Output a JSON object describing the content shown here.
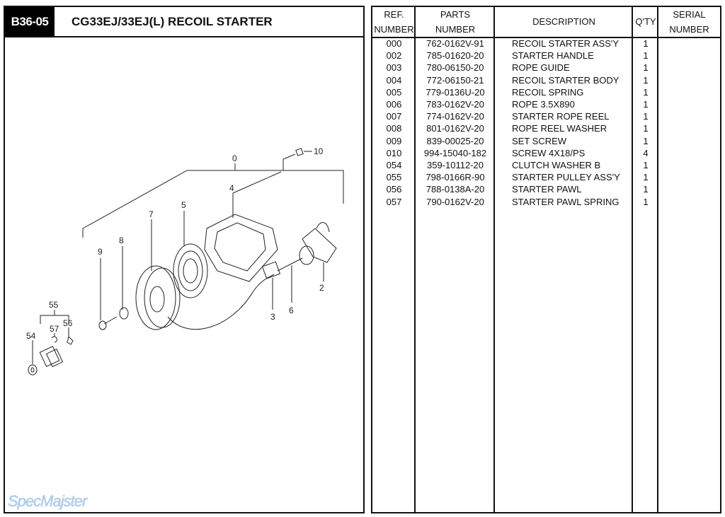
{
  "header": {
    "code": "B36-05",
    "title": "CG33EJ/33EJ(L)  RECOIL STARTER"
  },
  "diagram": {
    "callouts": [
      "0",
      "10",
      "4",
      "5",
      "7",
      "8",
      "9",
      "2",
      "6",
      "3",
      "55",
      "56",
      "57",
      "54"
    ]
  },
  "watermark": "SpecMajster",
  "table": {
    "headers": {
      "ref": [
        "REF.",
        "NUMBER"
      ],
      "parts": [
        "PARTS",
        "NUMBER"
      ],
      "desc": "DESCRIPTION",
      "qty": "Q'TY",
      "serial": [
        "SERIAL",
        "NUMBER"
      ]
    },
    "rows": [
      {
        "ref": "000",
        "part": "762-0162V-91",
        "desc": "RECOIL STARTER ASS'Y",
        "qty": "1"
      },
      {
        "ref": "002",
        "part": "785-01620-20",
        "desc": "STARTER HANDLE",
        "qty": "1"
      },
      {
        "ref": "003",
        "part": "780-06150-20",
        "desc": "ROPE GUIDE",
        "qty": "1"
      },
      {
        "ref": "004",
        "part": "772-06150-21",
        "desc": "RECOIL STARTER BODY",
        "qty": "1"
      },
      {
        "ref": "005",
        "part": "779-0136U-20",
        "desc": "RECOIL SPRING",
        "qty": "1"
      },
      {
        "ref": "006",
        "part": "783-0162V-20",
        "desc": "ROPE 3.5X890",
        "qty": "1"
      },
      {
        "ref": "007",
        "part": "774-0162V-20",
        "desc": "STARTER ROPE REEL",
        "qty": "1"
      },
      {
        "ref": "008",
        "part": "801-0162V-20",
        "desc": "ROPE REEL WASHER",
        "qty": "1"
      },
      {
        "ref": "009",
        "part": "839-00025-20",
        "desc": "SET SCREW",
        "qty": "1"
      },
      {
        "ref": "010",
        "part": "994-15040-182",
        "desc": "SCREW 4X18/PS",
        "qty": "4"
      },
      {
        "ref": "054",
        "part": "359-10112-20",
        "desc": "CLUTCH WASHER B",
        "qty": "1"
      },
      {
        "ref": "055",
        "part": "798-0166R-90",
        "desc": "STARTER PULLEY ASS'Y",
        "qty": "1"
      },
      {
        "ref": "056",
        "part": "788-0138A-20",
        "desc": "STARTER PAWL",
        "qty": "1"
      },
      {
        "ref": "057",
        "part": "790-0162V-20",
        "desc": "STARTER PAWL SPRING",
        "qty": "1"
      }
    ]
  }
}
